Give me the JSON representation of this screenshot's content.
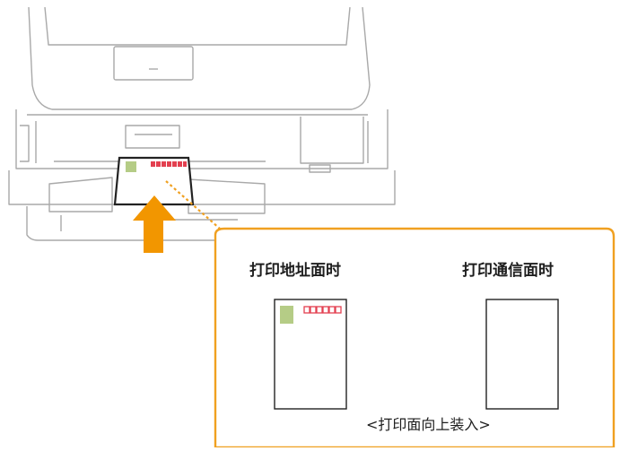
{
  "callout": {
    "address_side_label": "打印地址面时",
    "message_side_label": "打印通信面时",
    "load_instruction": "<打印面向上装入>"
  },
  "colors": {
    "accent_orange": "#f0a020",
    "arrow_orange": "#f29600",
    "stamp_green": "#b5cc86",
    "postal_red": "#e34050",
    "printer_line": "#a9a9a9"
  },
  "icons": {
    "arrow": "load-direction-arrow-icon",
    "stamp": "stamp-box-icon",
    "postal_code": "postal-code-boxes-icon"
  }
}
